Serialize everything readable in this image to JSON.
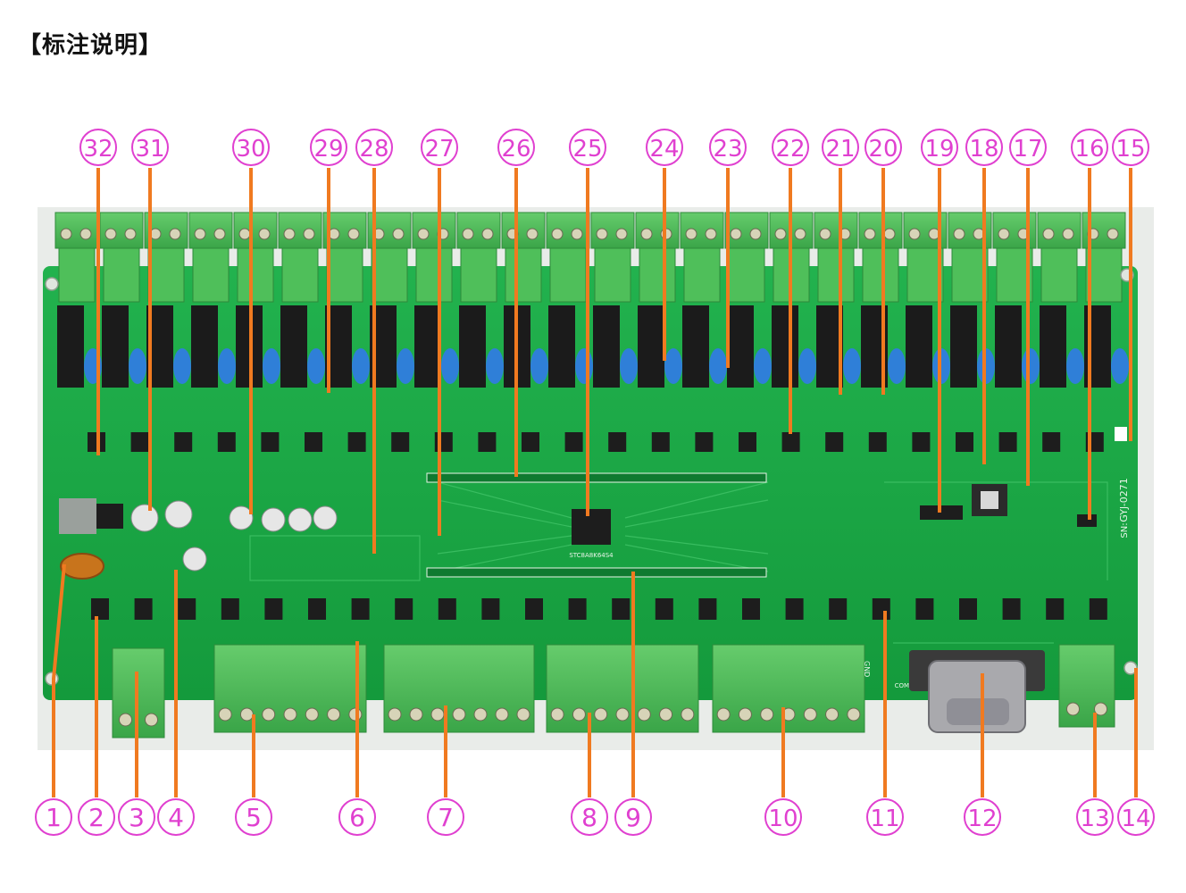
{
  "title": "【标注说明】",
  "colors": {
    "marker": "#e040d0",
    "leader": "#f07a20",
    "board": "#1fa84a",
    "terminal": "#4fbf5a",
    "relay": "#1b1b1b",
    "coil": "#2f7fd8"
  },
  "silkscreen": {
    "board_id": "GYJ-0271",
    "sn": "SN:",
    "mcu": "STC8A8K64S4",
    "com": "COM",
    "gnd": "GND"
  },
  "top_markers": [
    "32",
    "31",
    "30",
    "29",
    "28",
    "27",
    "26",
    "25",
    "24",
    "23",
    "22",
    "21",
    "20",
    "19",
    "18",
    "17",
    "16",
    "15"
  ],
  "bottom_markers": [
    "1",
    "2",
    "3",
    "4",
    "5",
    "6",
    "7",
    "8",
    "9",
    "10",
    "11",
    "12",
    "13",
    "14"
  ]
}
